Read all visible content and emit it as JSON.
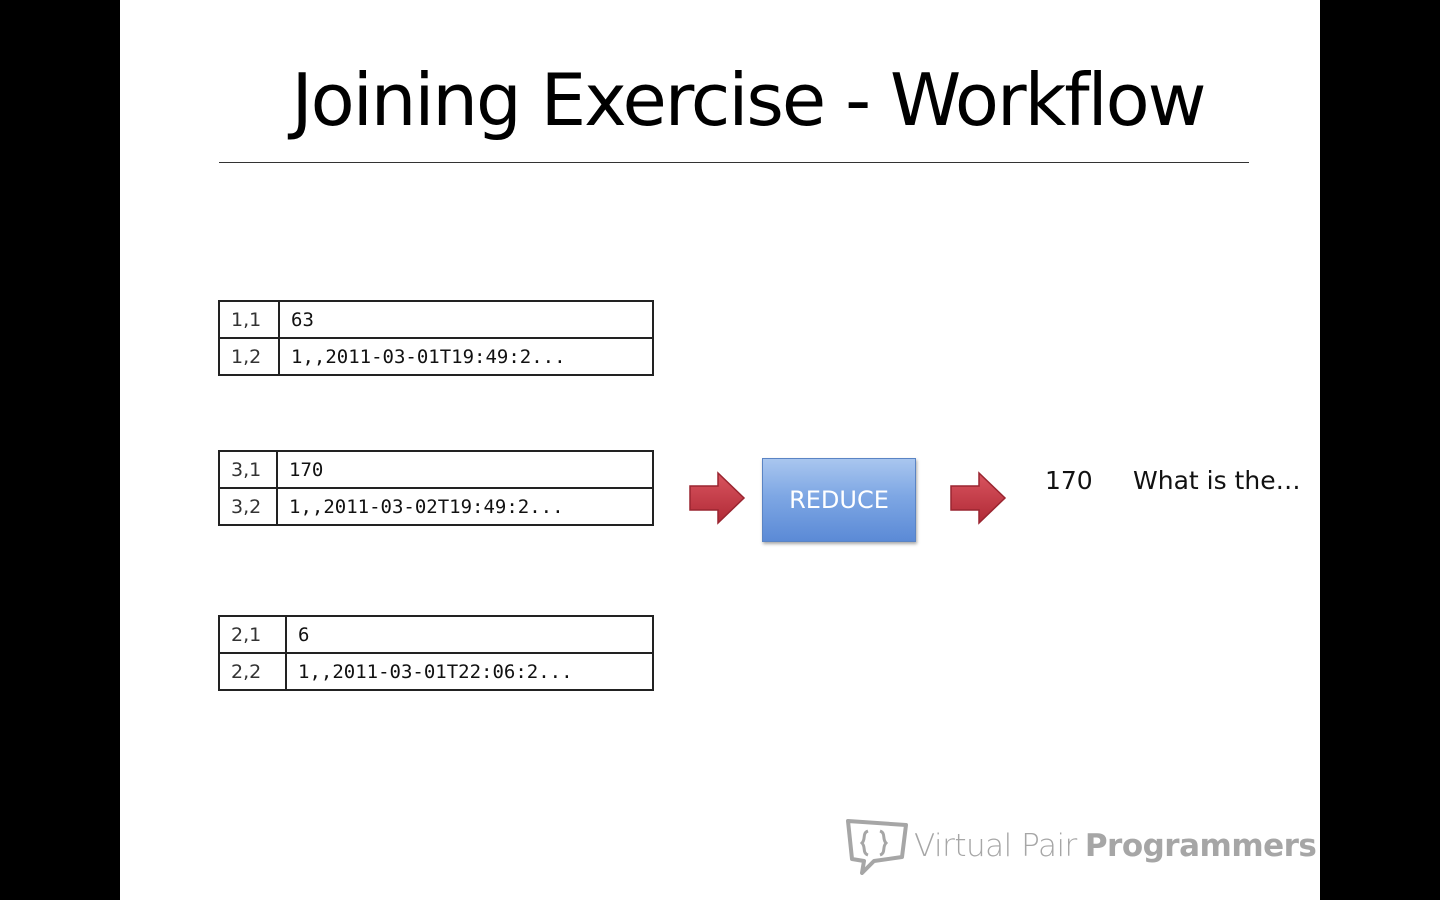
{
  "slide": {
    "title": "Joining Exercise - Workflow"
  },
  "tables": [
    {
      "rows": [
        {
          "key": "1,1",
          "value": "63"
        },
        {
          "key": "1,2",
          "value": "1,,2011-03-01T19:49:2..."
        }
      ]
    },
    {
      "rows": [
        {
          "key": "3,1",
          "value": "170"
        },
        {
          "key": "3,2",
          "value": "1,,2011-03-02T19:49:2..."
        }
      ]
    },
    {
      "rows": [
        {
          "key": "2,1",
          "value": "6"
        },
        {
          "key": "2,2",
          "value": "1,,2011-03-01T22:06:2..."
        }
      ]
    }
  ],
  "reduce": {
    "label": "REDUCE"
  },
  "output": {
    "value": "170",
    "text": "What is the…"
  },
  "watermark": {
    "name_light": "Virtual Pair",
    "name_bold": "Programmers",
    "logo_icon": "speech-bubbles-logo-icon"
  },
  "colors": {
    "arrow": "#c8323f",
    "reduce_box": "#7ea7e4",
    "watermark": "#a6a6a6"
  }
}
